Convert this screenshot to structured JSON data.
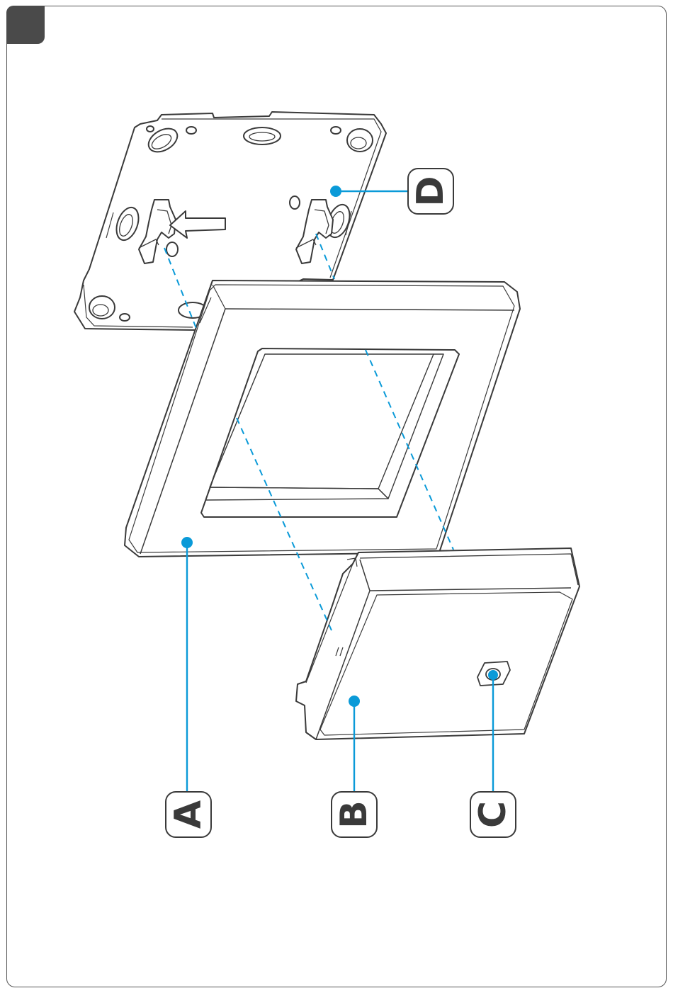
{
  "labels": {
    "a": "A",
    "b": "B",
    "c": "C",
    "d": "D"
  },
  "colors": {
    "callout": "#0a9ad8",
    "outline": "#3a3a3a",
    "tab": "#4a4a4a"
  },
  "parts": [
    "frame",
    "device",
    "button",
    "mounting-plate"
  ]
}
